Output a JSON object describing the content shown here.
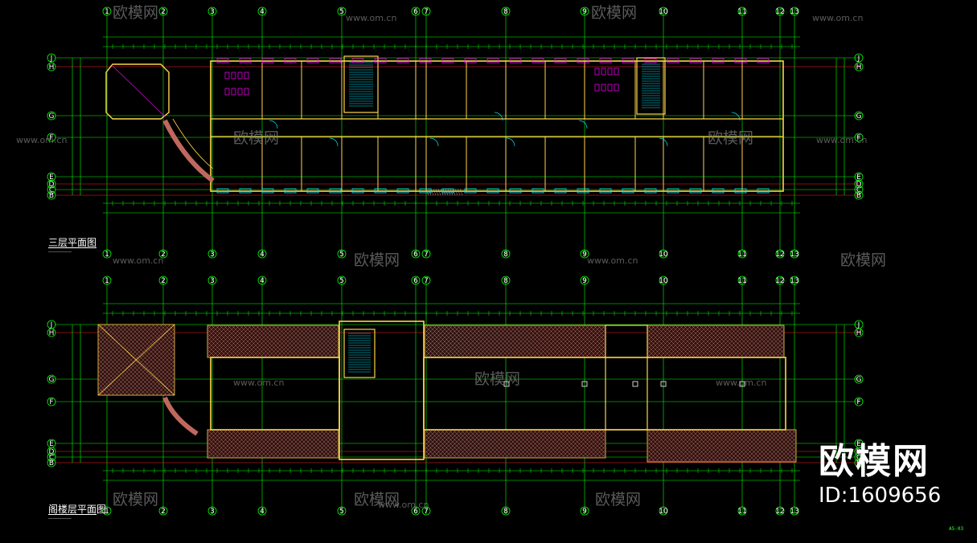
{
  "plans": {
    "third_floor": {
      "title": "三层平面图"
    },
    "attic_roof": {
      "title": "阁楼层平面图"
    }
  },
  "axes": {
    "columns": [
      "1",
      "2",
      "3",
      "4",
      "5",
      "6",
      "7",
      "8",
      "9",
      "10",
      "11",
      "12",
      "13"
    ],
    "rows": [
      "J",
      "H",
      "G",
      "F",
      "E",
      "D",
      "C",
      "B"
    ]
  },
  "watermark": {
    "brand": "欧模网",
    "site": "www.om.cn",
    "id_label": "ID:1609656"
  },
  "colors": {
    "background": "#000000",
    "axis_grid": "#00ff00",
    "axis_red": "#ff2020",
    "wall": "#ffd54a",
    "door_window": "#ff00ff",
    "fixture": "#00e5ff",
    "roof_hatch": "#c0685e"
  }
}
